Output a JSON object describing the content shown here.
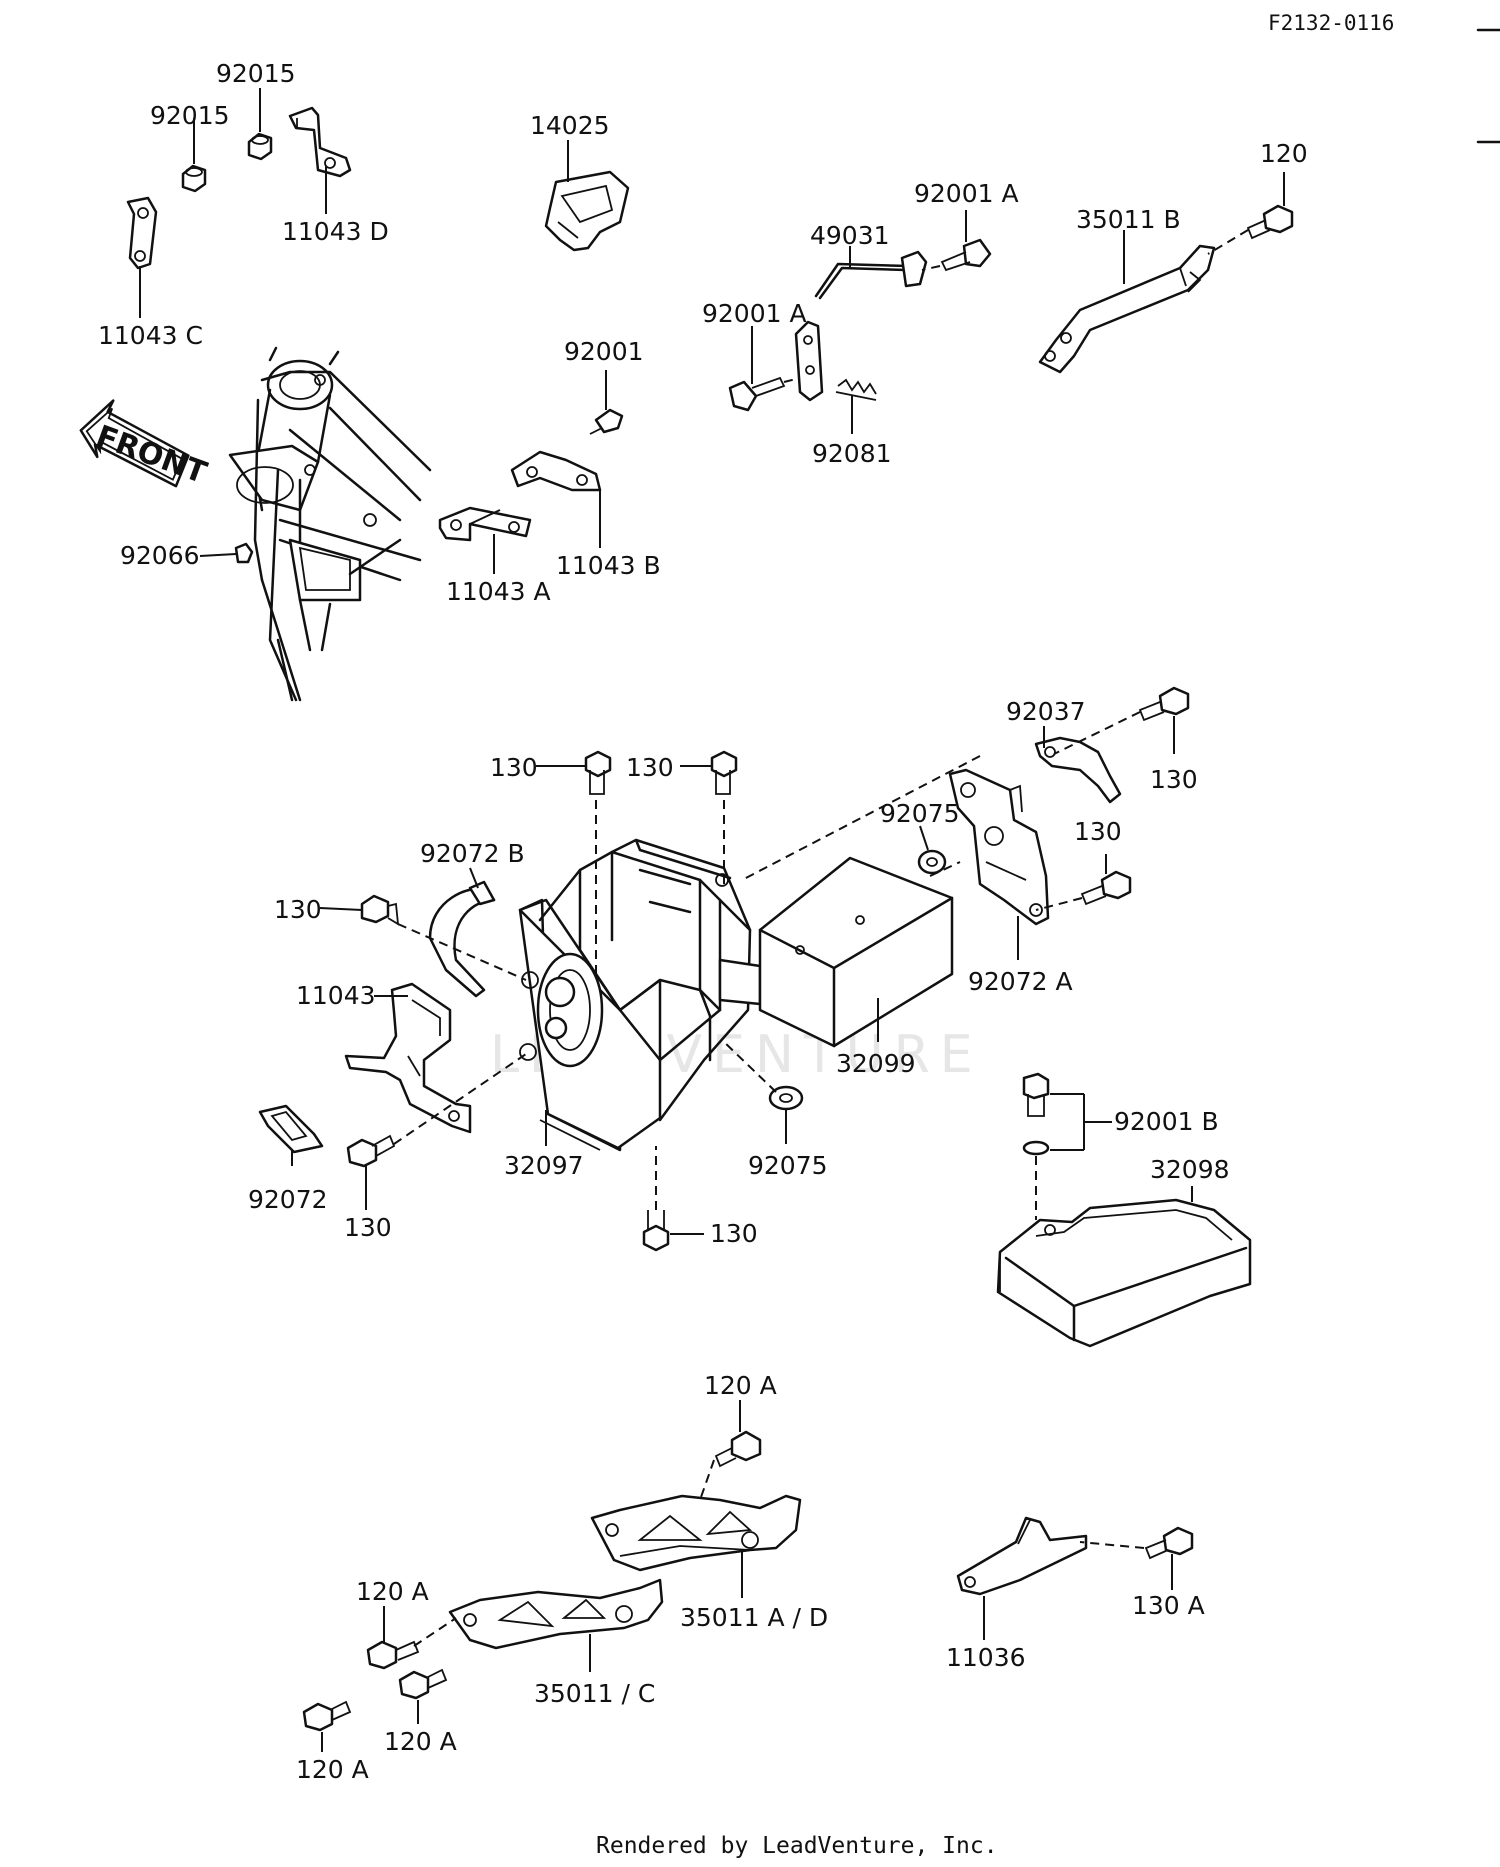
{
  "diagram_code": "F2132-0116",
  "footer": "Rendered by LeadVenture, Inc.",
  "watermark": "LEADVENTURE",
  "front_label": "FRONT",
  "parts": {
    "p92015a": "92015",
    "p92015b": "92015",
    "p11043d": "11043 D",
    "p11043c": "11043 C",
    "p14025": "14025",
    "p92001a_top": "92001 A",
    "p49031": "49031",
    "p35011b": "35011 B",
    "p120": "120",
    "p92001a_left": "92001 A",
    "p92081": "92081",
    "p92001": "92001",
    "p92066": "92066",
    "p11043a": "11043 A",
    "p11043b": "11043 B",
    "p92037": "92037",
    "p130_a": "130",
    "p130_b": "130",
    "p130_c": "130",
    "p130_d": "130",
    "p130_e": "130",
    "p130_f": "130",
    "p130_g": "130",
    "p92075_a": "92075",
    "p92072b": "92072 B",
    "p11043": "11043",
    "p92072a": "92072 A",
    "p32099": "32099",
    "p92001b": "92001 B",
    "p32098": "32098",
    "p92072": "92072",
    "p32097": "32097",
    "p92075_b": "92075",
    "p120a_top": "120 A",
    "p35011ad": "35011 A / D",
    "p120a_left": "120 A",
    "p11036": "11036",
    "p130a": "130 A",
    "p35011c": "35011 / C",
    "p120a_mid": "120 A",
    "p120a_bottom": "120 A"
  }
}
